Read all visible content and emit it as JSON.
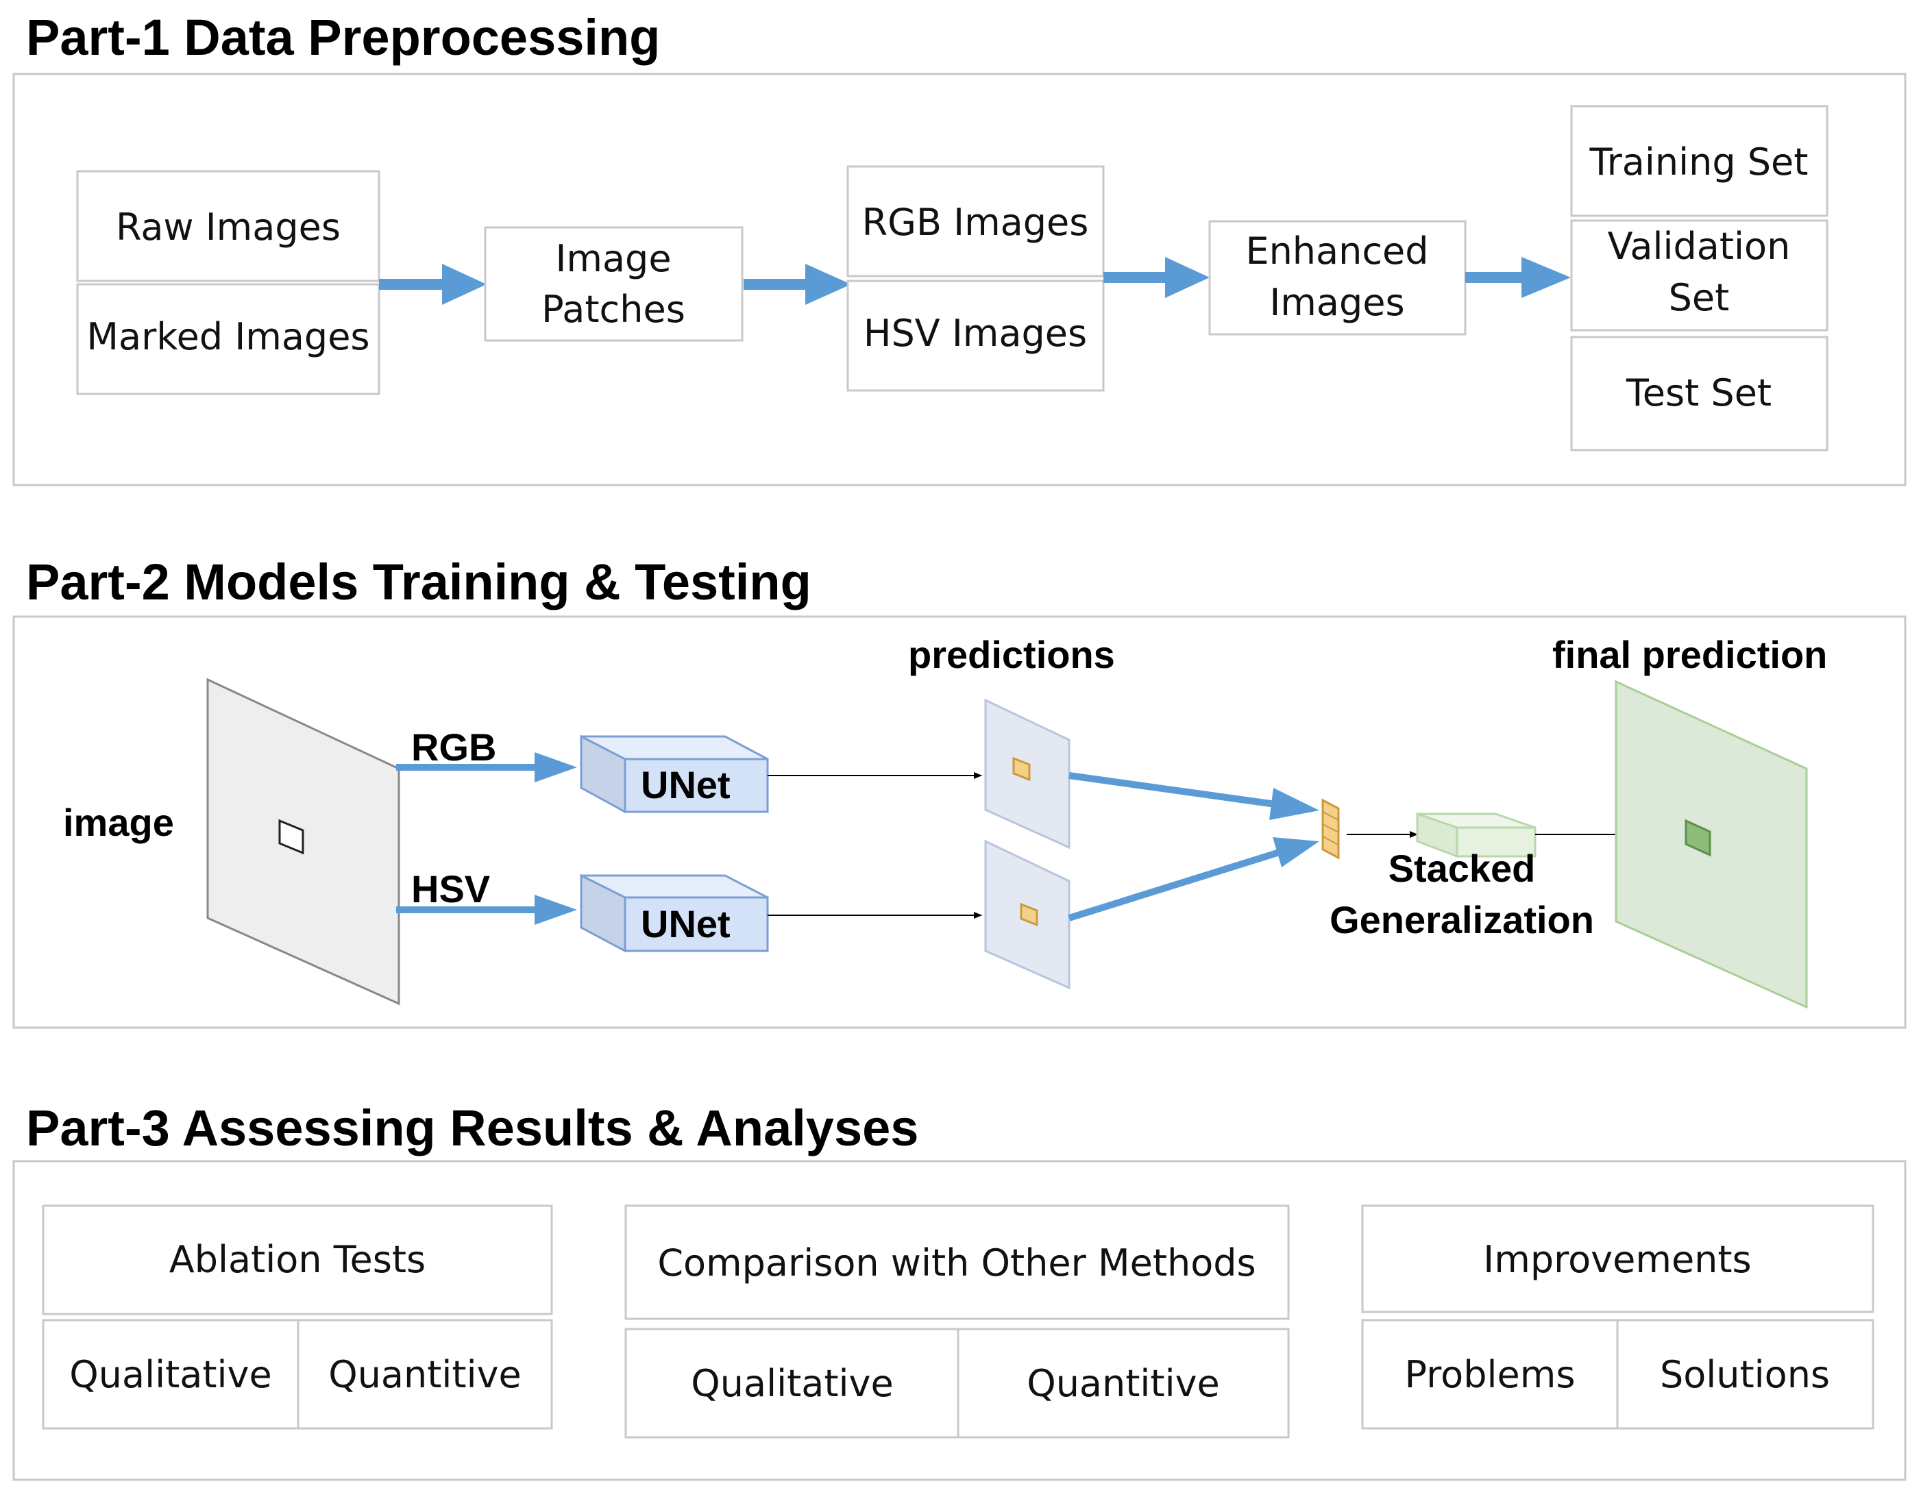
{
  "part1": {
    "title": "Part-1 Data Preprocessing",
    "raw_images": "Raw Images",
    "marked_images": "Marked Images",
    "image_patches": [
      "Image",
      "Patches"
    ],
    "rgb_images": "RGB Images",
    "hsv_images": "HSV Images",
    "enhanced_images": [
      "Enhanced",
      "Images"
    ],
    "training_set": "Training Set",
    "validation_set": [
      "Validation",
      "Set"
    ],
    "test_set": "Test Set"
  },
  "part2": {
    "title": "Part-2 Models Training & Testing",
    "image_label": "image",
    "rgb_label": "RGB",
    "hsv_label": "HSV",
    "unet_top": "UNet",
    "unet_bottom": "UNet",
    "predictions_label": "predictions",
    "stacked_line1": "Stacked",
    "stacked_line2": "Generalization",
    "final_prediction_label": "final prediction"
  },
  "part3": {
    "title": "Part-3 Assessing Results & Analyses",
    "ablation": {
      "header": "Ablation Tests",
      "left": "Qualitative",
      "right": "Quantitive"
    },
    "comparison": {
      "header": "Comparison with Other Methods",
      "left": "Qualitative",
      "right": "Quantitive"
    },
    "improvements": {
      "header": "Improvements",
      "left": "Problems",
      "right": "Solutions"
    }
  },
  "colors": {
    "arrow_blue": "#5b9bd5",
    "unet_fill": "#d3e2f6",
    "unet_stroke": "#7b9fd4",
    "pred_fill": "#e3e8f2",
    "feature_yellow": "#f5d08a",
    "final_green": "#dce8d8",
    "final_green_stroke": "#a9cf96"
  }
}
